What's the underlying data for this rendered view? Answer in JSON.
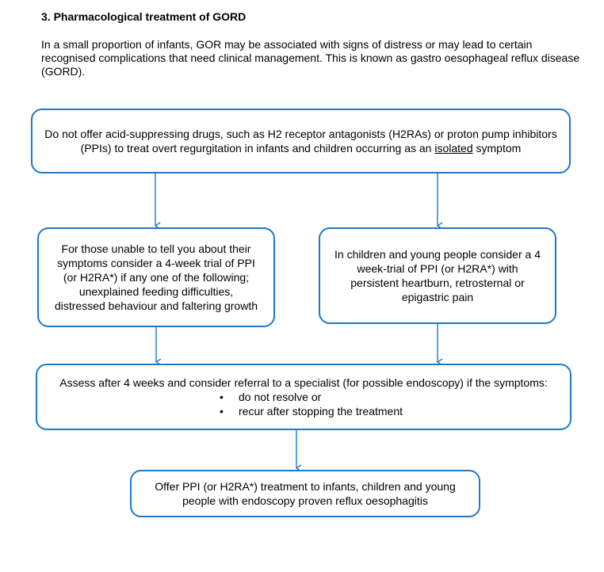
{
  "heading": "3.  Pharmacological treatment of GORD",
  "intro": "In a small proportion of infants, GOR may be associated with signs of distress or may lead to certain recognised complications that need clinical management. This is known as gastro oesophageal reflux disease (GORD).",
  "flowchart": {
    "top_box": {
      "text_before": "Do not offer acid-suppressing drugs, such as H2 receptor antagonists (H2RAs) or proton pump inhibitors (PPIs) to treat overt regurgitation in infants and children occurring as an ",
      "underlined": "isolated",
      "text_after": " symptom"
    },
    "left_box": "For those unable to tell you about their symptoms consider a 4-week trial of PPI (or H2RA*) if any one of the following; unexplained feeding difficulties, distressed behaviour and faltering growth",
    "right_box": "In children and young people consider a 4 week-trial of PPI (or H2RA*) with persistent heartburn, retrosternal or epigastric pain",
    "assess_box": {
      "text": "Assess after 4 weeks and consider referral to a specialist (for possible endoscopy) if the symptoms:",
      "bullets": [
        "do not resolve or",
        "recur after stopping the treatment"
      ]
    },
    "offer_box": "Offer PPI (or H2RA*) treatment to infants, children and young people with endoscopy proven reflux oesophagitis"
  },
  "colors": {
    "box_border": "#1f78c8",
    "arrow": "#1f78c8"
  }
}
